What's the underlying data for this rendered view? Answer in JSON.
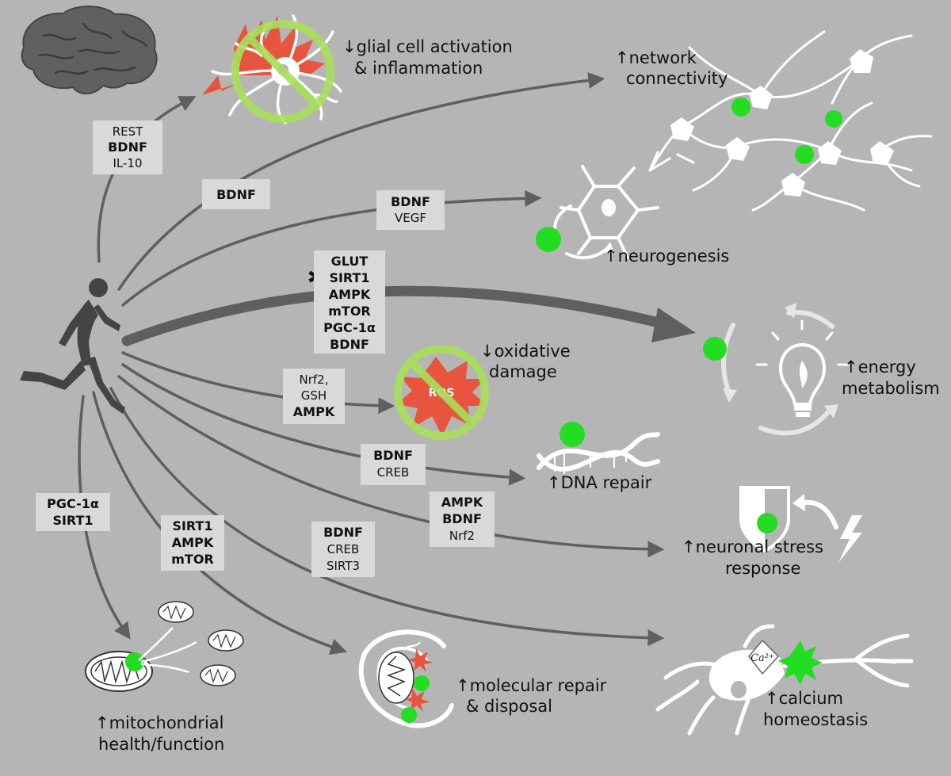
{
  "outcomes": {
    "glial_1": "↓glial cell activation",
    "glial_2": "& inflammation",
    "network_1": "↑network",
    "network_2": "connectivity",
    "neurogenesis": "↑neurogenesis",
    "oxidative_1": "↓oxidative",
    "oxidative_2": "damage",
    "energy_1": "↑energy",
    "energy_2": "metabolism",
    "dna": "↑DNA repair",
    "stress_1": "↑neuronal stress",
    "stress_2": "response",
    "mito_1": "↑mitochondrial",
    "mito_2": "health/function",
    "molecular_1": "↑molecular repair",
    "molecular_2": "& disposal",
    "calcium_1": "↑calcium",
    "calcium_2": "homeostasis"
  },
  "mediators": {
    "glial": [
      "REST",
      "BDNF",
      "IL-10"
    ],
    "network": [
      "BDNF"
    ],
    "neurogenesis": [
      "BDNF",
      "VEGF"
    ],
    "energy": [
      "GLUT",
      "SIRT1",
      "AMPK",
      "mTOR",
      "PGC-1α",
      "BDNF"
    ],
    "oxidative": [
      "Nrf2,",
      "GSH",
      "AMPK"
    ],
    "dna": [
      "BDNF",
      "CREB"
    ],
    "stress": [
      "AMPK",
      "BDNF",
      "Nrf2"
    ],
    "mito": [
      "PGC-1α",
      "SIRT1"
    ],
    "molecular": [
      "SIRT1",
      "AMPK",
      "mTOR"
    ],
    "calcium": [
      "BDNF",
      "CREB",
      "SIRT3"
    ]
  },
  "asterisk": "✱",
  "ros_label": "ROS",
  "ca_label": "Ca²⁺",
  "colors": {
    "background": "#b5b5b5",
    "arrow": "#5f5f5f",
    "label_box": "#d9d9d9",
    "inhibit_ring": "#a8e05a",
    "green_spot": "#22dd22",
    "red_burst": "#e8553e"
  }
}
